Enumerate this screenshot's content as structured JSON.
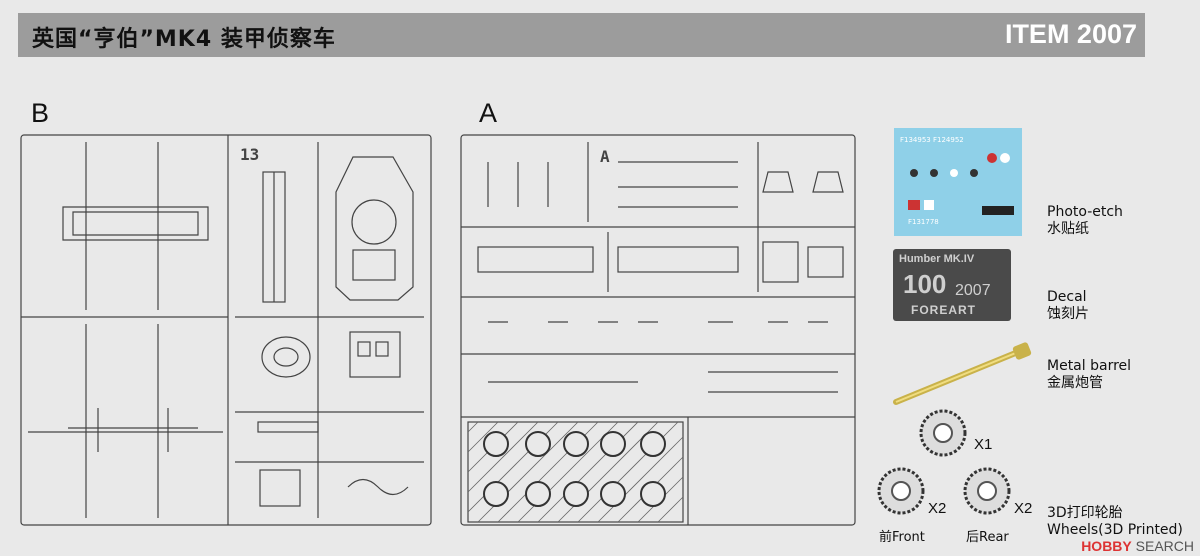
{
  "header": {
    "title": "英国“亨伯”MK4 装甲侦察车",
    "item_number": "ITEM 2007"
  },
  "sprues": {
    "left_label": "B",
    "right_label": "A"
  },
  "photo_etch": {
    "title": "Humber MK.IV",
    "number": "100",
    "year": "2007",
    "brand": "FOREART"
  },
  "legend": {
    "decal_en": "Photo-etch",
    "decal_cn": "水贴纸",
    "etch_en": "Decal",
    "etch_cn": "蚀刻片",
    "barrel_en": "Metal barrel",
    "barrel_cn": "金属炮管",
    "wheels_cn": "3D打印轮胎",
    "wheels_en": "Wheels(3D Printed)"
  },
  "wheels": {
    "spare_multiplier": "X1",
    "front_multiplier": "X2",
    "rear_multiplier": "X2",
    "front_caption": "前Front",
    "rear_caption": "后Rear"
  },
  "watermark": {
    "brand": "HOBBY",
    "text": "SEARCH"
  }
}
